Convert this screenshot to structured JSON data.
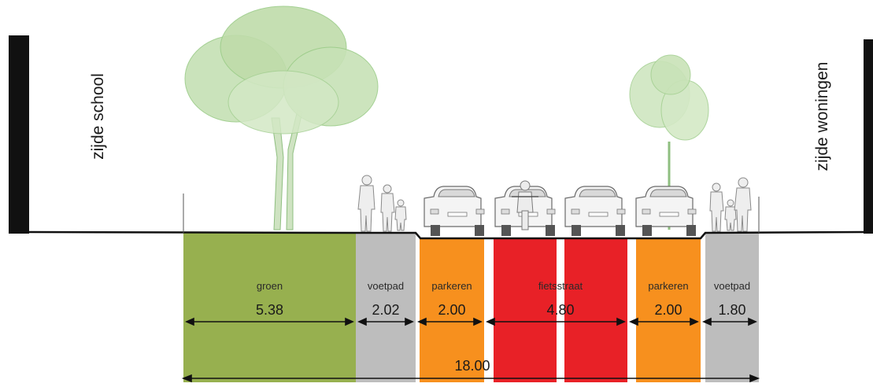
{
  "sides": {
    "left": "zijde school",
    "right": "zijde woningen"
  },
  "zones": [
    {
      "name": "groen",
      "width": "5.38",
      "color": "#97b04f"
    },
    {
      "name": "voetpad",
      "width": "2.02",
      "color": "#bdbdbd"
    },
    {
      "name": "parkeren",
      "width": "2.00",
      "color": "#f7901e"
    },
    {
      "name": "fietsstraat",
      "width": "4.80",
      "color": "#e82127"
    },
    {
      "name": "parkeren",
      "width": "2.00",
      "color": "#f7901e"
    },
    {
      "name": "voetpad",
      "width": "1.80",
      "color": "#bdbdbd"
    }
  ],
  "total_width": "18.00",
  "icons": {
    "trees": [
      "large-tree-icon",
      "small-tree-icon"
    ],
    "people": [
      "pedestrian-group-icon"
    ],
    "vehicles": [
      "car-icon",
      "cyclist-icon"
    ]
  }
}
